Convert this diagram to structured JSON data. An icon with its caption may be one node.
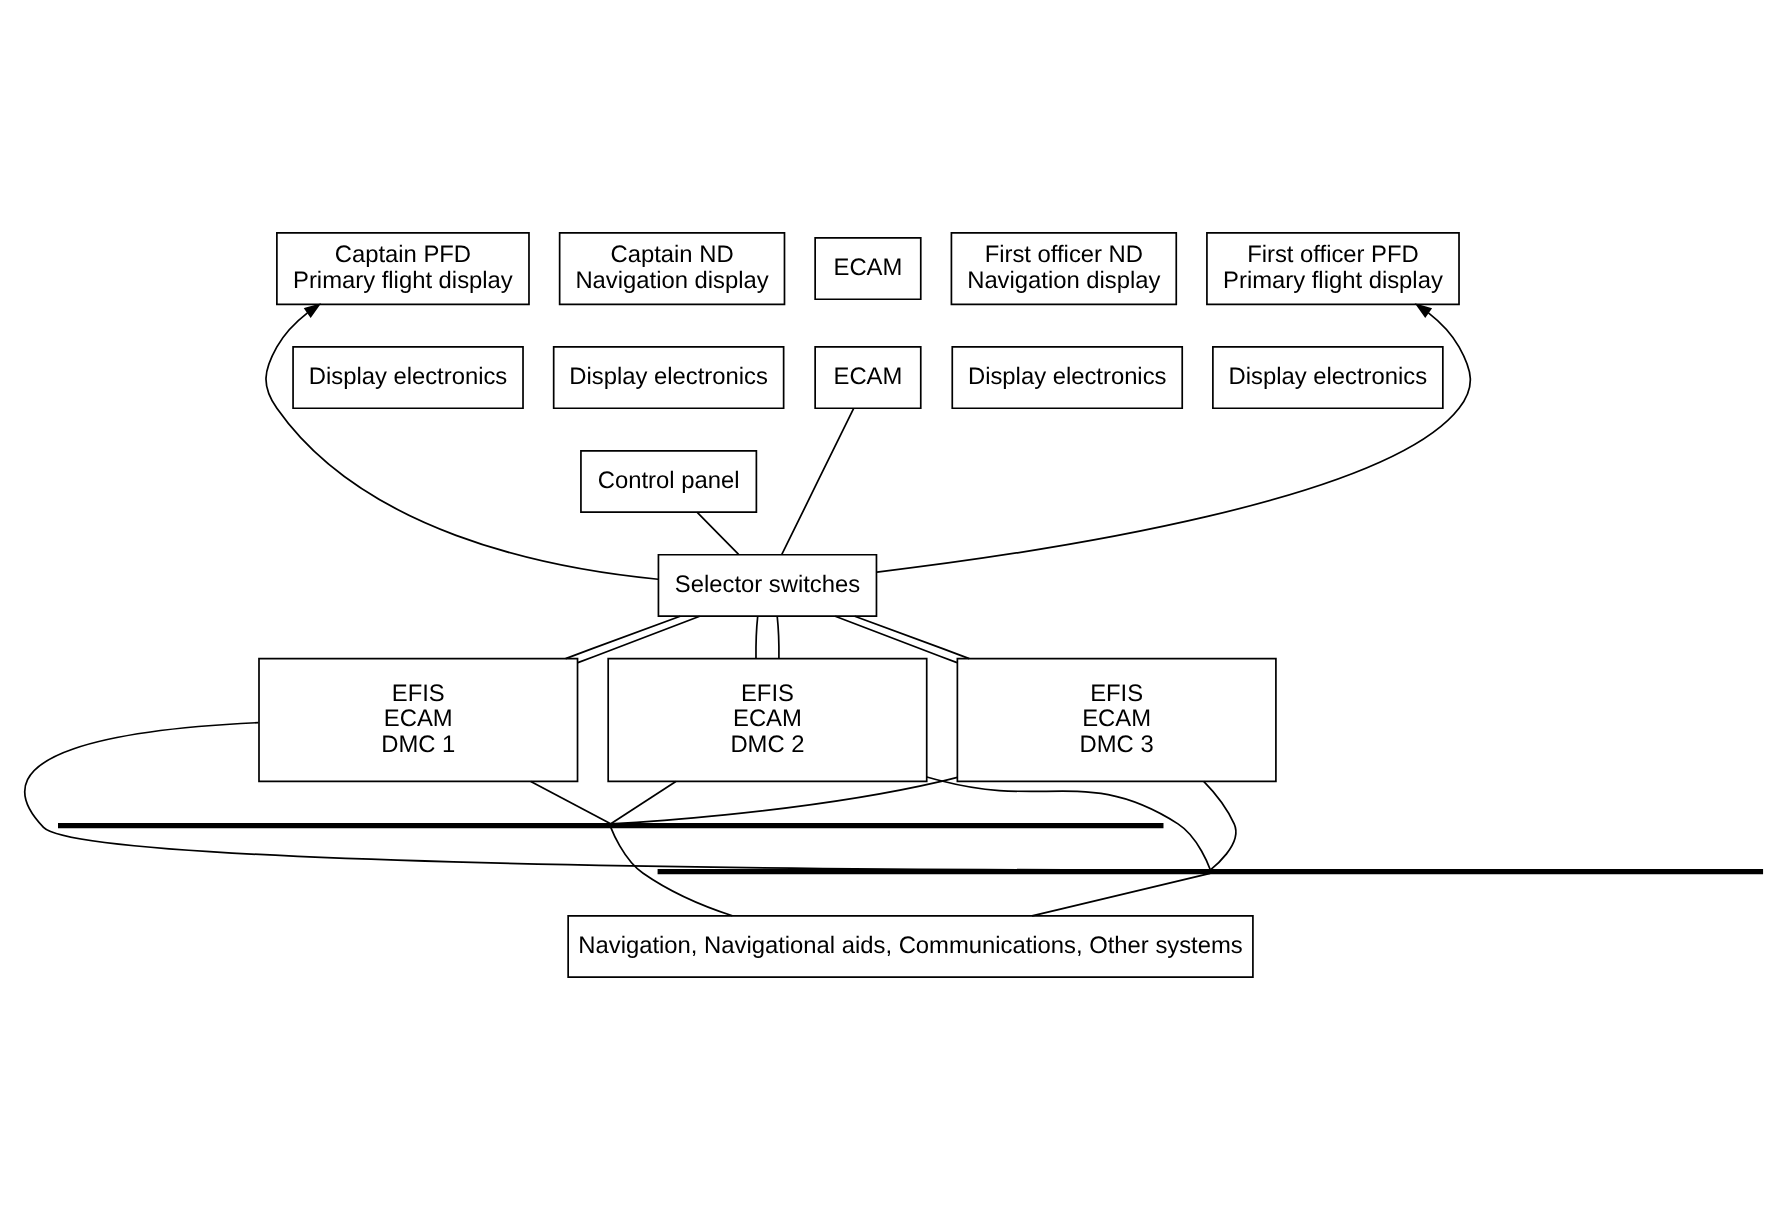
{
  "diagram": {
    "nodes": [
      {
        "text": [
          "Captain PFD",
          "Primary flight display"
        ]
      },
      {
        "text": [
          "Captain ND",
          "Navigation display"
        ]
      },
      {
        "text": [
          "Display electronics"
        ]
      },
      {
        "text": [
          "Display electronics"
        ]
      },
      {
        "text": [
          "ECAM"
        ]
      },
      {
        "text": [
          "ECAM"
        ]
      },
      {
        "text": [
          "First officer ND",
          "Navigation display"
        ]
      },
      {
        "text": [
          "First officer PFD",
          "Primary flight display"
        ]
      },
      {
        "text": [
          "Display electronics"
        ]
      },
      {
        "text": [
          "Display electronics"
        ]
      },
      {
        "text": [
          "Control panel"
        ]
      },
      {
        "text": [
          "Selector switches"
        ]
      },
      {
        "text": [
          "EFIS",
          "ECAM",
          "DMC 1"
        ]
      },
      {
        "text": [
          "EFIS",
          "ECAM",
          "DMC 2"
        ]
      },
      {
        "text": [
          "EFIS",
          "ECAM",
          "DMC 3"
        ]
      },
      {
        "text": [],
        "shape": "bar"
      },
      {
        "text": [],
        "shape": "bar"
      },
      {
        "text": [
          "Navigation, Navigational aids, Communications, Other systems"
        ]
      }
    ],
    "edges": [
      {
        "from": 11,
        "to": 0,
        "arrow": "to"
      },
      {
        "from": 11,
        "to": 7,
        "arrow": "to"
      },
      {
        "from": 10,
        "to": 11,
        "arrow": "none"
      },
      {
        "from": 5,
        "to": 11,
        "arrow": "none"
      },
      {
        "from": 11,
        "to": 12,
        "arrow": "none"
      },
      {
        "from": 11,
        "to": 12,
        "arrow": "none"
      },
      {
        "from": 11,
        "to": 13,
        "arrow": "none"
      },
      {
        "from": 11,
        "to": 13,
        "arrow": "none"
      },
      {
        "from": 11,
        "to": 14,
        "arrow": "none"
      },
      {
        "from": 11,
        "to": 14,
        "arrow": "none"
      },
      {
        "from": 12,
        "to": 15,
        "arrow": "none"
      },
      {
        "from": 12,
        "to": 16,
        "arrow": "none"
      },
      {
        "from": 13,
        "to": 15,
        "arrow": "none"
      },
      {
        "from": 13,
        "to": 16,
        "arrow": "none"
      },
      {
        "from": 14,
        "to": 15,
        "arrow": "none"
      },
      {
        "from": 14,
        "to": 16,
        "arrow": "none"
      },
      {
        "from": 15,
        "to": 17,
        "arrow": "none"
      },
      {
        "from": 16,
        "to": 17,
        "arrow": "none"
      }
    ]
  }
}
